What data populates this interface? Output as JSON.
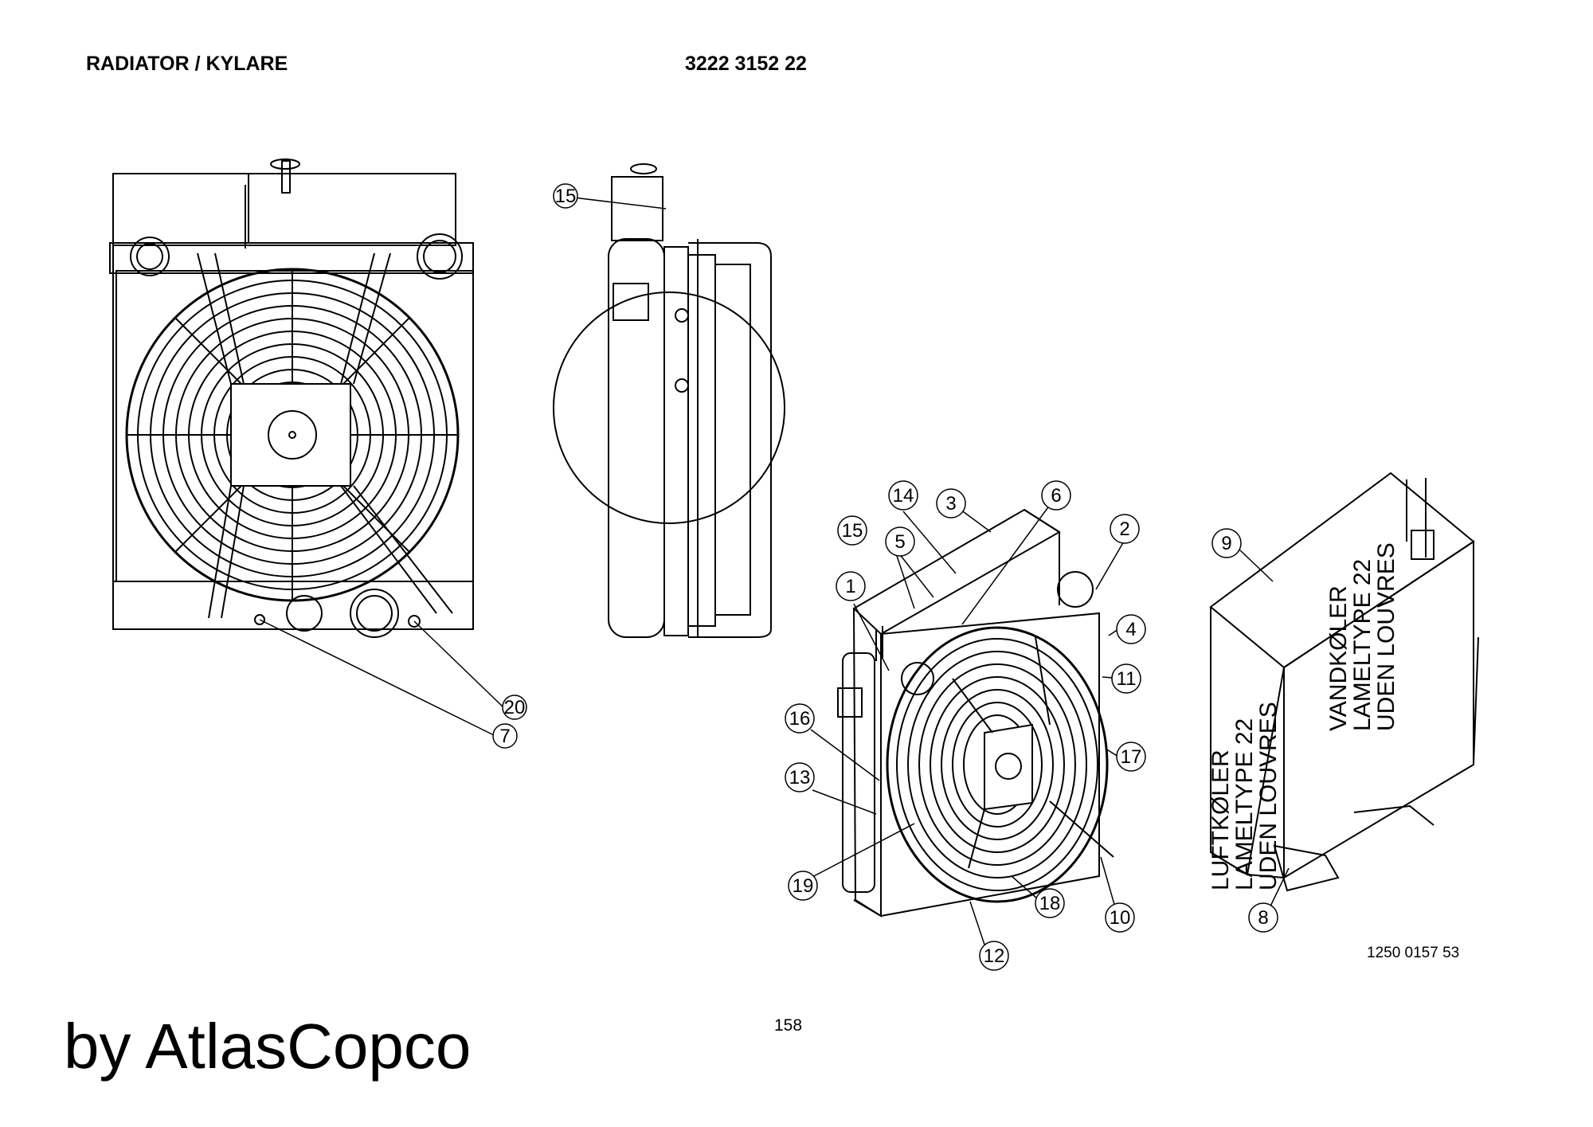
{
  "header": {
    "title": "RADIATOR / KYLARE",
    "part_number": "3222 3152 22"
  },
  "callouts": [
    "1",
    "2",
    "3",
    "4",
    "5",
    "6",
    "7",
    "8",
    "9",
    "10",
    "11",
    "12",
    "13",
    "14",
    "15",
    "16",
    "17",
    "18",
    "19",
    "20"
  ],
  "panel_labels": {
    "air_cooler": [
      "LUFTKØLER",
      "LAMELTYPE 22",
      "UDEN LOUVRES"
    ],
    "water_cooler": [
      "VANDKØLER",
      "LAMELTYPE 22",
      "UDEN LOUVRES"
    ]
  },
  "footer": {
    "drawing_number": "1250 0157 53",
    "page_number": "158",
    "brand": "by AtlasCopco"
  }
}
